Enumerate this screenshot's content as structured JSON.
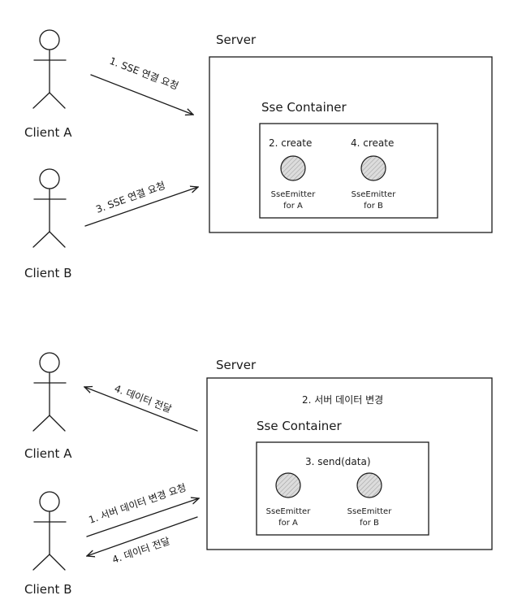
{
  "colors": {
    "ink": "#1a1a1a",
    "background": "#ffffff",
    "emitter_fill": "#d9d9d9"
  },
  "diagram_top": {
    "client_a": "Client A",
    "client_b": "Client B",
    "server": "Server",
    "container": "Sse Container",
    "arrow_1": "1. SSE 연결 요청",
    "arrow_3": "3. SSE 연결 요청",
    "create_a": "2. create",
    "create_b": "4. create",
    "emitter_a_line1": "SseEmitter",
    "emitter_a_line2": "for A",
    "emitter_b_line1": "SseEmitter",
    "emitter_b_line2": "for B"
  },
  "diagram_bottom": {
    "client_a": "Client A",
    "client_b": "Client B",
    "server": "Server",
    "container": "Sse Container",
    "server_change": "2. 서버 데이터 변경",
    "send": "3. send(data)",
    "arrow_to_a": "4. 데이터 전달",
    "arrow_request": "1. 서버 데이터 변경 요청",
    "arrow_to_b": "4. 데이터 전달",
    "emitter_a_line1": "SseEmitter",
    "emitter_a_line2": "for A",
    "emitter_b_line1": "SseEmitter",
    "emitter_b_line2": "for B"
  }
}
